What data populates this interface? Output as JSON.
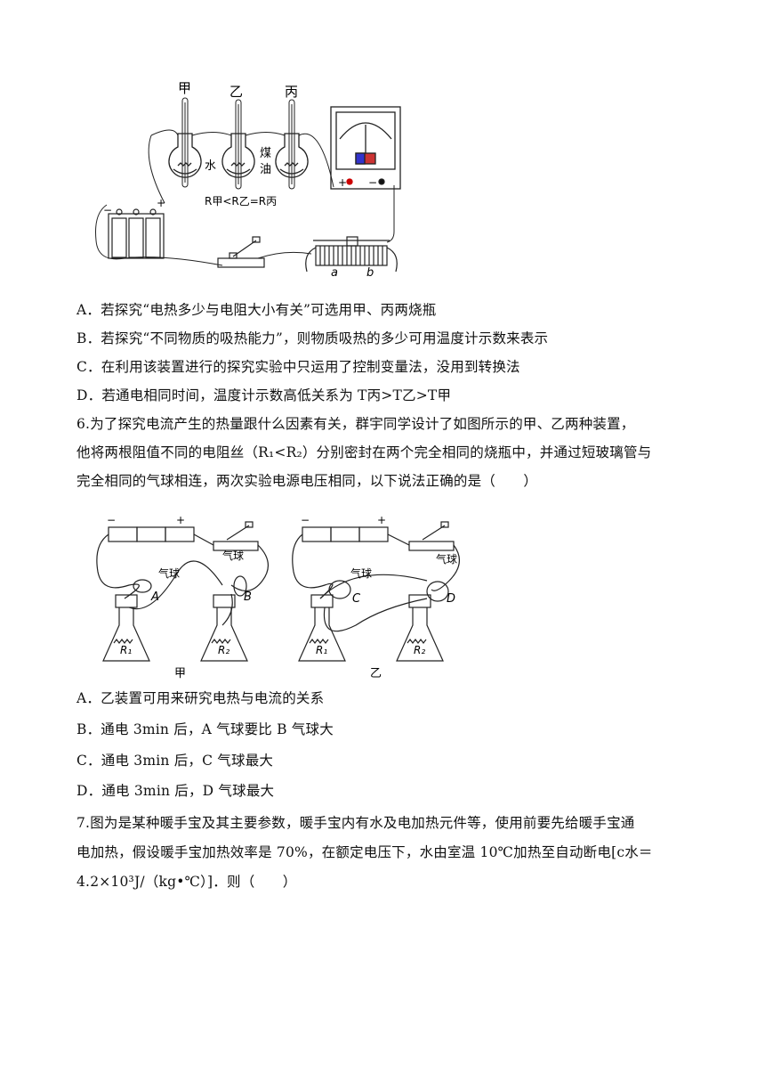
{
  "figure1": {
    "flask_labels": [
      "甲",
      "乙",
      "丙"
    ],
    "water_label": "水",
    "oil_label": "煤\n油",
    "resistor_relation": "R甲<R乙=R丙",
    "rheostat_a": "a",
    "rheostat_b": "b",
    "battery_minus": "−",
    "battery_plus": "+",
    "meter_plus": "+",
    "meter_minus": "−"
  },
  "q5_options": [
    "A．若探究“电热多少与电阻大小有关”可选用甲、丙两烧瓶",
    "B．若探究“不同物质的吸热能力”，则物质吸热的多少可用温度计示数来表示",
    "C．在利用该装置进行的探究实验中只运用了控制变量法，没用到转换法",
    "D．若通电相同时间，温度计示数高低关系为 T丙>T乙>T甲"
  ],
  "q6": {
    "line1": "6.为了探究电流产生的热量跟什么因素有关，群宇同学设计了如图所示的甲、乙两种装置，",
    "line2": "他将两根阻值不同的电阻丝（R₁<R₂）分别密封在两个完全相同的烧瓶中，并通过短玻璃管与",
    "line3": "完全相同的气球相连，两次实验电源电压相同，以下说法正确的是（　　）",
    "options": [
      "A．乙装置可用来研究电热与电流的关系",
      "B．通电 3min 后，A 气球要比 B 气球大",
      "C．通电 3min 后，C 气球最大",
      "D．通电 3min 后，D 气球最大"
    ]
  },
  "figure2": {
    "balloon": "气球",
    "labels": [
      "A",
      "B",
      "C",
      "D"
    ],
    "r1": "R₁",
    "r2": "R₂",
    "left_caption": "甲",
    "right_caption": "乙",
    "minus": "−",
    "plus": "+"
  },
  "q7": {
    "line1": "7.图为是某种暖手宝及其主要参数，暖手宝内有水及电加热元件等，使用前要先给暖手宝通",
    "line2": "电加热，假设暖手宝加热效率是 70%，在额定电压下，水由室温 10℃加热至自动断电[c水＝",
    "line3": "4.2×10³J/（kg•℃）]．则（　　）"
  }
}
